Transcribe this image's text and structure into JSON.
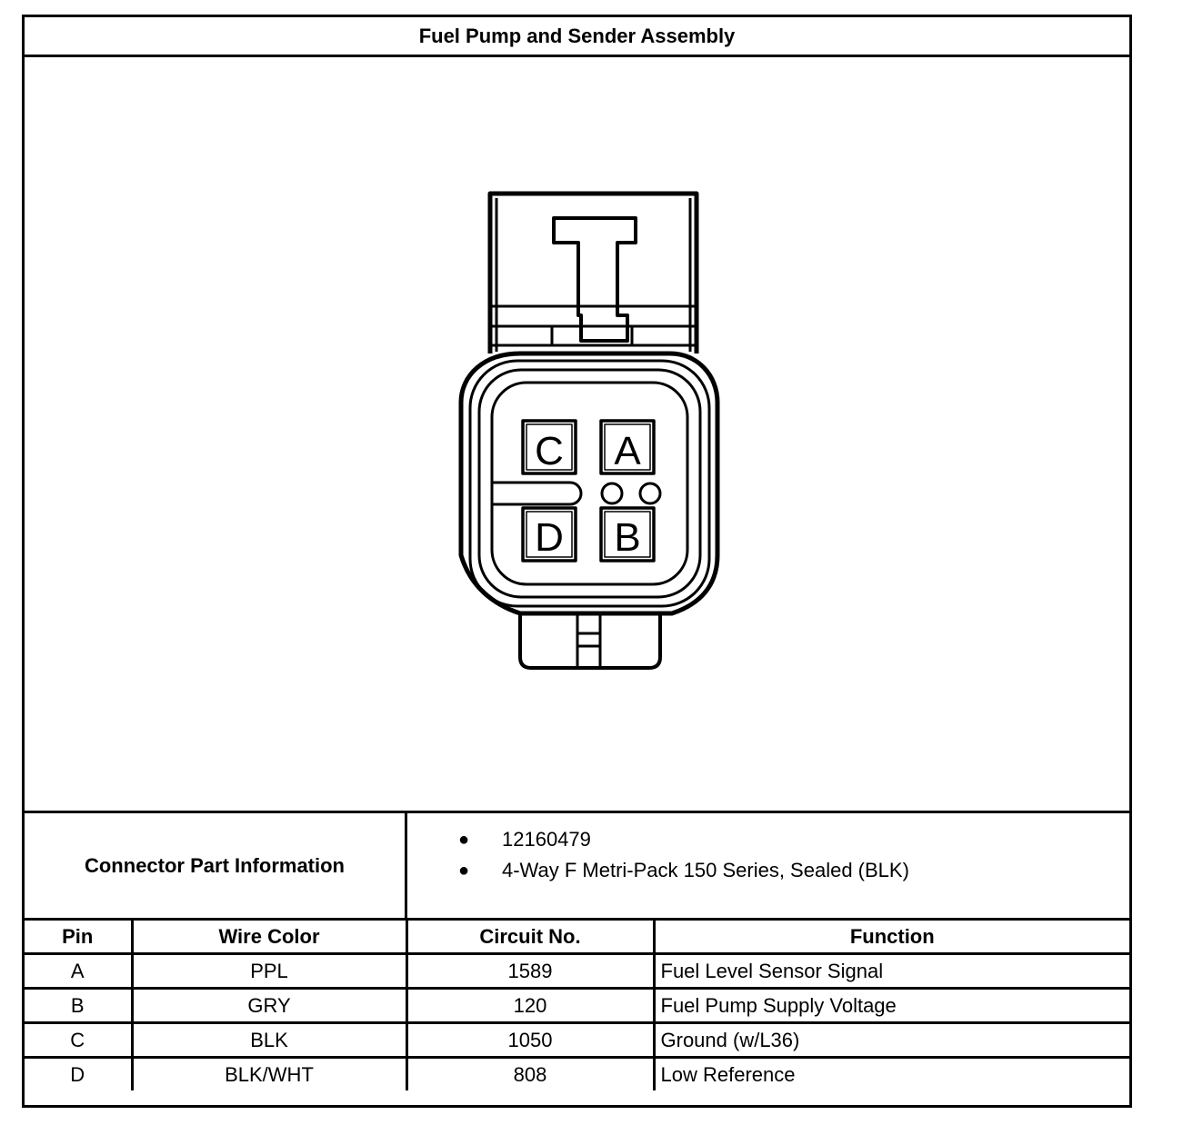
{
  "title": "Fuel Pump and Sender Assembly",
  "connector": {
    "pin_labels": [
      "C",
      "A",
      "D",
      "B"
    ],
    "stroke_color": "#000000"
  },
  "part_info": {
    "label": "Connector Part Information",
    "items": [
      "12160479",
      "4-Way F Metri-Pack 150 Series, Sealed (BLK)"
    ]
  },
  "table": {
    "headers": [
      "Pin",
      "Wire Color",
      "Circuit No.",
      "Function"
    ],
    "rows": [
      {
        "pin": "A",
        "wire_color": "PPL",
        "circuit": "1589",
        "function": "Fuel Level Sensor Signal"
      },
      {
        "pin": "B",
        "wire_color": "GRY",
        "circuit": "120",
        "function": "Fuel Pump Supply Voltage"
      },
      {
        "pin": "C",
        "wire_color": "BLK",
        "circuit": "1050",
        "function": "Ground (w/L36)"
      },
      {
        "pin": "D",
        "wire_color": "BLK/WHT",
        "circuit": "808",
        "function": "Low Reference"
      }
    ]
  }
}
